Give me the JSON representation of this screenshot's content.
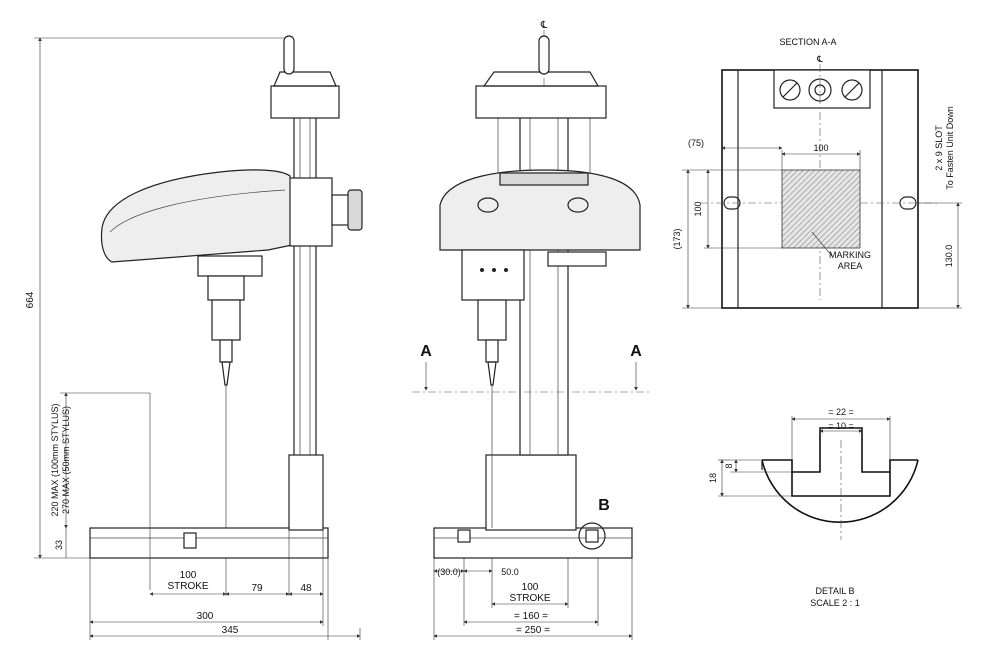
{
  "side_view": {
    "overall_height": "664",
    "max_height_100": "220 MAX (100mm STYLUS)",
    "max_height_50": "270 MAX (50mm STYLUS)",
    "base_height": "33",
    "stroke_value": "100",
    "stroke_label": "STROKE",
    "dim_79": "79",
    "dim_48": "48",
    "dim_300": "300",
    "dim_345": "345"
  },
  "front_view": {
    "centerline_symbol": "℄",
    "section_mark_left": "A",
    "section_mark_right": "A",
    "detail_callout": "B",
    "dim_30": "(30.0)",
    "dim_50": "50.0",
    "stroke_value": "100",
    "stroke_label": "STROKE",
    "dim_160": "= 160 =",
    "dim_250": "= 250 ="
  },
  "section_aa": {
    "title": "SECTION A-A",
    "centerline_symbol": "℄",
    "dim_75": "(75)",
    "dim_100_width": "100",
    "dim_100_height": "100",
    "dim_173": "(173)",
    "dim_130": "130.0",
    "slot_note_line1": "2 x 9 SLOT",
    "slot_note_line2": "To Fasten Unit Down",
    "marking_area_line1": "MARKING",
    "marking_area_line2": "AREA"
  },
  "detail_b": {
    "dim_22": "= 22 =",
    "dim_10": "= 10 =",
    "dim_8": "8",
    "dim_18": "18",
    "title": "DETAIL B",
    "scale": "SCALE 2 : 1"
  }
}
